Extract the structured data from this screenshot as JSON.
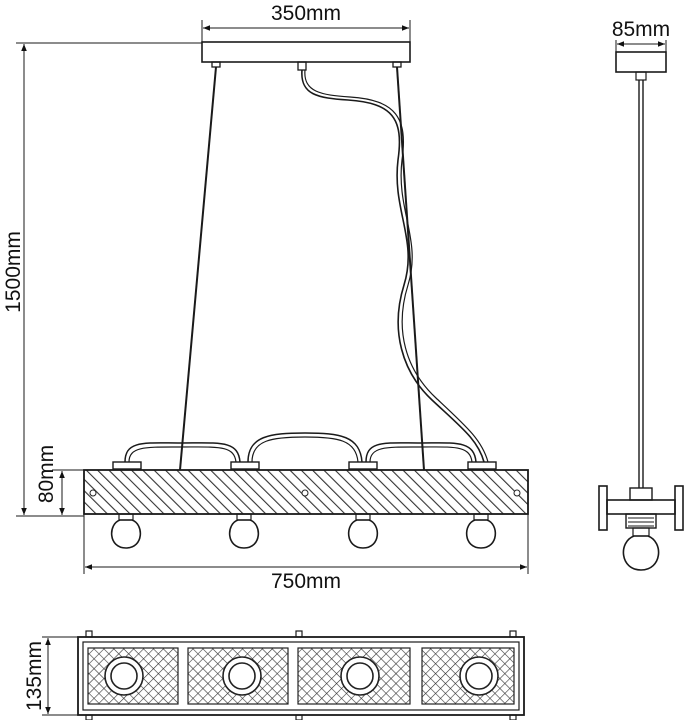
{
  "dimensions": {
    "canopy_width": "350mm",
    "canopy_width_side": "85mm",
    "total_height": "1500mm",
    "beam_height": "80mm",
    "beam_length": "750mm",
    "beam_depth": "135mm"
  }
}
